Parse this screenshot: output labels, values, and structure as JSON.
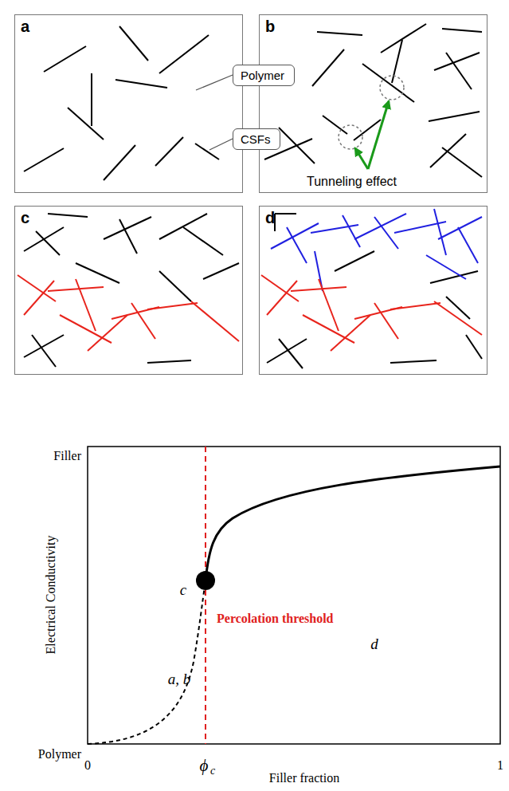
{
  "diagram": {
    "nodes": [
      {
        "text": [
          "a"
        ]
      },
      {
        "text": [
          "b"
        ]
      },
      {
        "text": [
          "c"
        ]
      },
      {
        "text": [
          "d"
        ]
      },
      {
        "text": [
          "Polymer"
        ]
      },
      {
        "text": [
          "CSFs"
        ]
      }
    ],
    "labels": [
      "Tunneling effect",
      "Filler",
      "Electrical Conductivity",
      "Polymer",
      "0",
      "ϕ",
      "c",
      "Filler fraction",
      "1",
      "Percolation threshold",
      "c",
      "a, b",
      "d"
    ]
  }
}
